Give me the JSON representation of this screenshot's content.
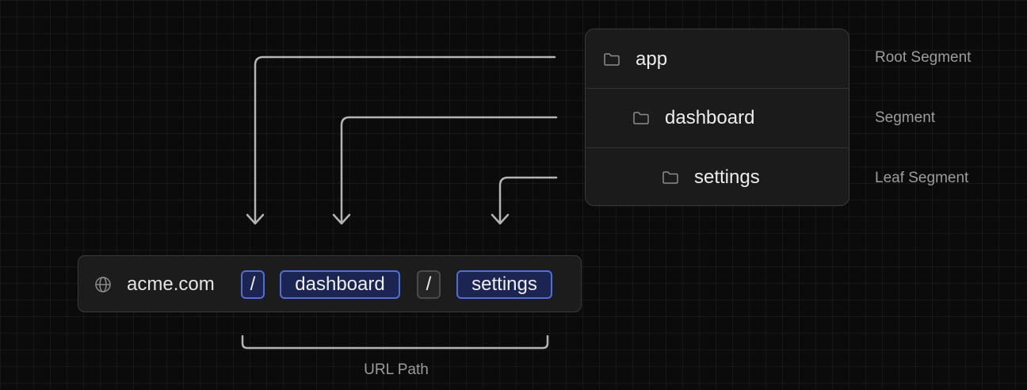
{
  "tree": {
    "items": [
      {
        "label": "app",
        "segment": "Root Segment",
        "depth": 0
      },
      {
        "label": "dashboard",
        "segment": "Segment",
        "depth": 1
      },
      {
        "label": "settings",
        "segment": "Leaf Segment",
        "depth": 2
      }
    ]
  },
  "url": {
    "domain": "acme.com",
    "separator1": "/",
    "segment1": "dashboard",
    "separator2": "/",
    "segment2": "settings"
  },
  "url_path_label": "URL Path",
  "icons": {
    "folder": "folder-icon",
    "globe": "globe-icon"
  },
  "colors": {
    "background": "#0b0b0b",
    "accent": "#4f6ed8",
    "connector": "#b4b4b4"
  }
}
